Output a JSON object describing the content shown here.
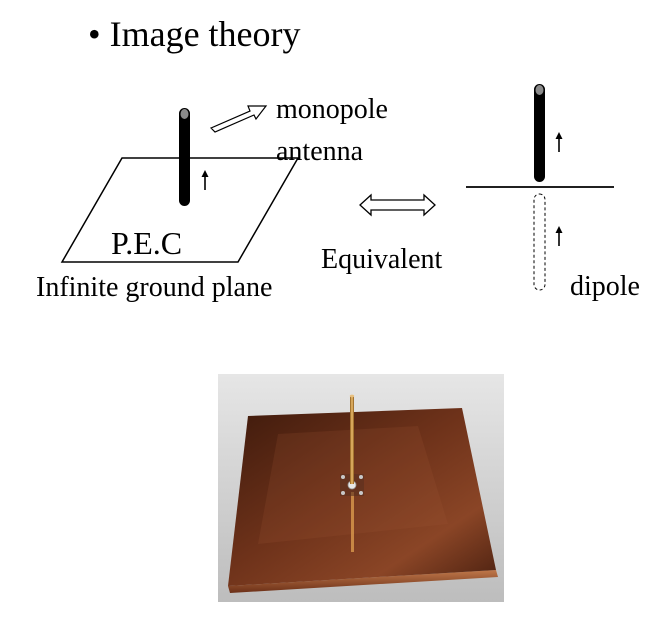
{
  "slide": {
    "bullet_heading": "• Image theory"
  },
  "diagram": {
    "monopole_label_line1": "monopole",
    "monopole_label_line2": "antenna",
    "pec_label": "P.E.C",
    "ground_plane_label": "Infinite ground plane",
    "equivalent_label": "Equivalent",
    "dipole_label": "dipole"
  },
  "photo": {
    "subject": "monopole-antenna-on-copper-ground-plane"
  },
  "colors": {
    "ink": "#000000",
    "copper_dark": "#4a2010",
    "copper_mid": "#7a3a1e",
    "wire": "#d8a24a",
    "photo_bg": "#cfcfcf"
  }
}
